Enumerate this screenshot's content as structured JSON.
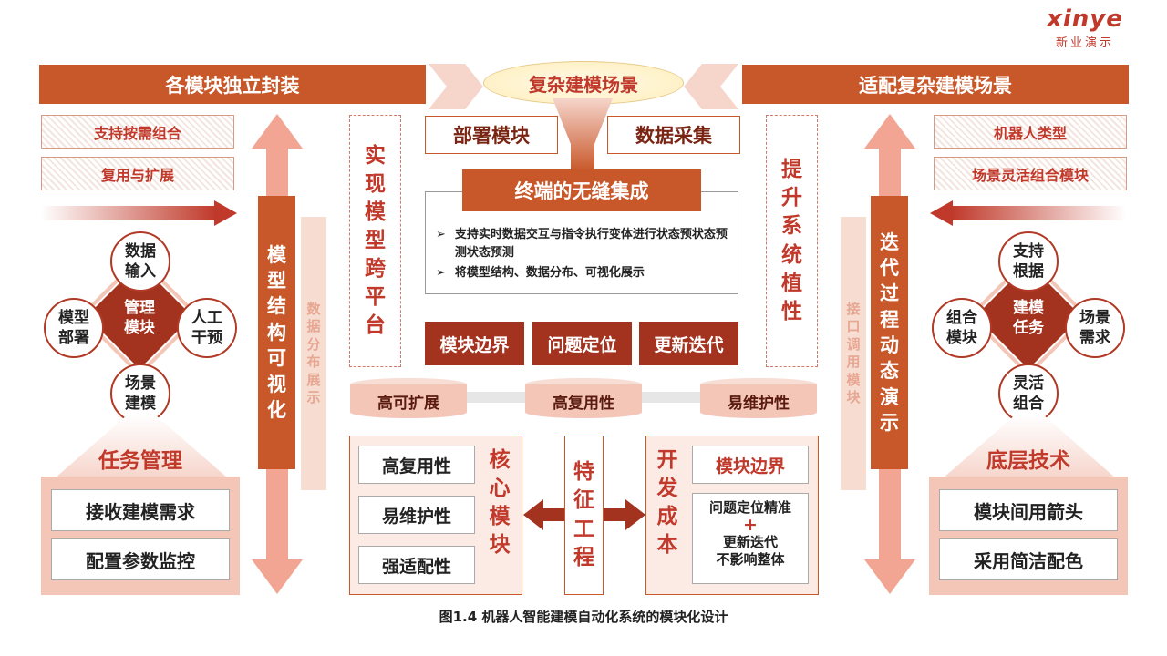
{
  "logo": {
    "word": "xinye",
    "sub": "新业演示"
  },
  "header": {
    "left": "各模块独立封装",
    "center": "复杂建模场景",
    "right": "适配复杂建模场景"
  },
  "left_panel": {
    "tags": [
      "支持按需组合",
      "复用与扩展"
    ],
    "center": "管理\n模块",
    "nodes": {
      "top": "数据\n输入",
      "left": "模型\n部署",
      "right": "人工\n干预",
      "bottom": "场景\n建模"
    },
    "title": "任务管理",
    "items": [
      "接收建模需求",
      "配置参数监控"
    ]
  },
  "left_pillar": {
    "main": "模\n型\n结\n构\n可\n视\n化",
    "ghost": "数\n据\n分\n布\n展\n示"
  },
  "center": {
    "dash_left": "实\n现\n模\n型\n跨\n平\n台",
    "dash_right": "提\n升\n系\n统\n植\n性",
    "tab_left": "部署模块",
    "tab_right": "数据采集",
    "integration_title": "终端的无缝集成",
    "bullets": [
      "支持实时数据交互与指令执行变体进行状态预状态预测状态预测",
      "将模型结构、数据分布、可视化展示"
    ],
    "buttons": [
      "模块边界",
      "问题定位",
      "更新迭代"
    ],
    "cylinders": [
      "高可扩展",
      "高复用性",
      "易维护性"
    ]
  },
  "bottom_center": {
    "left_items": [
      "高复用性",
      "易维护性",
      "强适配性"
    ],
    "core": "核\n心\n模\n块",
    "feature": "特\n征\n工\n程",
    "cost": "开\n发\n成\n本",
    "cost_title": "模块边界",
    "cost_line1": "问题定位精准",
    "cost_plus": "+",
    "cost_line2": "更新迭代\n不影响整体"
  },
  "right_pillar": {
    "main": "迭\n代\n过\n程\n动\n态\n演\n示",
    "ghost": "接\n口\n调\n用\n模\n块"
  },
  "right_panel": {
    "tags": [
      "机器人类型",
      "场景灵活组合模块"
    ],
    "center": "建模\n任务",
    "nodes": {
      "top": "支持\n根据",
      "left": "组合\n模块",
      "right": "场景\n需求",
      "bottom": "灵活\n组合"
    },
    "title": "底层技术",
    "items": [
      "模块间用箭头",
      "采用简洁配色"
    ]
  },
  "caption": "图1.4 机器人智能建模自动化系统的模块化设计",
  "colors": {
    "accent": "#c8582a",
    "dark": "#a3321f",
    "pink": "#f3c6b8",
    "text_red": "#c0392b"
  }
}
